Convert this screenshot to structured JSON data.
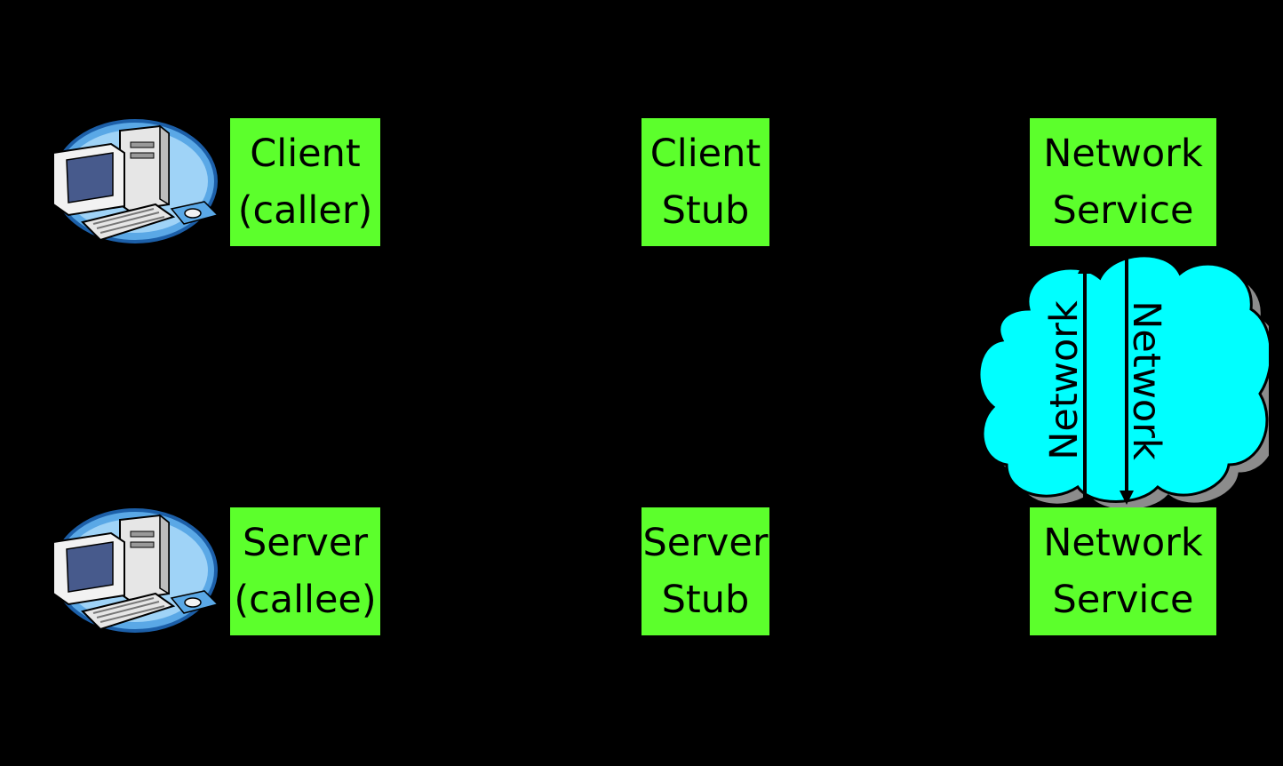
{
  "colors": {
    "background": "#000000",
    "box": "#5cff2c",
    "cloud": "#00ffff",
    "cloud_shadow": "#8c8c8c",
    "monitor_screen": "#475a8c"
  },
  "icons": {
    "client_computer": "desktop-computer-icon",
    "server_computer": "desktop-computer-icon"
  },
  "client_row": {
    "caller": {
      "line1": "Client",
      "line2": "(caller)"
    },
    "stub": {
      "line1": "Client",
      "line2": "Stub"
    },
    "network_service": {
      "line1": "Network",
      "line2": "Service"
    }
  },
  "server_row": {
    "callee": {
      "line1": "Server",
      "line2": "(callee)"
    },
    "stub": {
      "line1": "Server",
      "line2": "Stub"
    },
    "network_service": {
      "line1": "Network",
      "line2": "Service"
    }
  },
  "cloud": {
    "up_label": "Network",
    "down_label": "Network"
  }
}
